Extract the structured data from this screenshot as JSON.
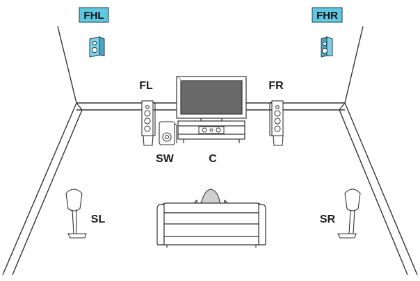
{
  "labels": {
    "fhl": "FHL",
    "fhr": "FHR",
    "fl": "FL",
    "fr": "FR",
    "sw": "SW",
    "c": "C",
    "sl": "SL",
    "sr": "SR"
  },
  "colors": {
    "highlight_fill": "#5fc8e0",
    "highlight_stroke": "#1f3a4a",
    "height_speaker_fill": "#7fd0e6",
    "line": "#333333",
    "tv_screen": "#6a6a6a",
    "background": "#ffffff"
  }
}
